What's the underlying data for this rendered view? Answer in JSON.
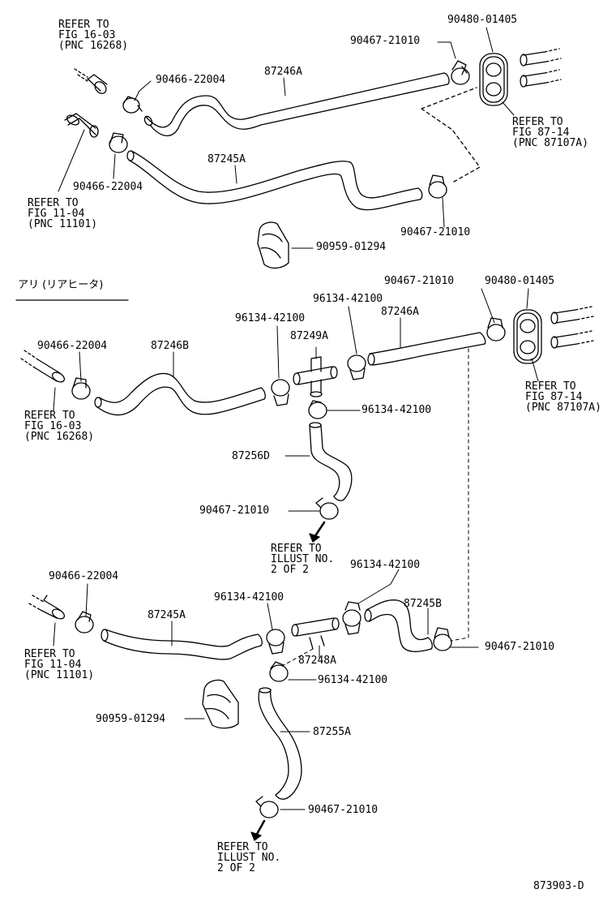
{
  "diagram_code": "873903-D",
  "section_label": "アリ (リアヒータ)",
  "labels": {
    "t_90480_top": "90480-01405",
    "t_90467_top_r": "90467-21010",
    "t_87246A_top": "87246A",
    "t_90466_top": "90466-22004",
    "t_87245A_top": "87245A",
    "t_90466_mid_l": "90466-22004",
    "t_90467_top_c": "90467-21010",
    "t_90959_top": "90959-01294",
    "t_90467_sec2_r": "90467-21010",
    "t_90480_sec2": "90480-01405",
    "t_96134_a": "96134-42100",
    "t_96134_b": "96134-42100",
    "t_87246A_sec2": "87246A",
    "t_90466_sec2": "90466-22004",
    "t_87246B": "87246B",
    "t_87249A": "87249A",
    "t_96134_c": "96134-42100",
    "t_87256D": "87256D",
    "t_90467_sec2_mid": "90467-21010",
    "t_90466_sec3": "90466-22004",
    "t_87245A_sec3": "87245A",
    "t_96134_d": "96134-42100",
    "t_96134_e": "96134-42100",
    "t_87245B": "87245B",
    "t_90467_sec3_r": "90467-21010",
    "t_87248A": "87248A",
    "t_96134_f": "96134-42100",
    "t_90959_sec3": "90959-01294",
    "t_87255A": "87255A",
    "t_90467_sec3_b": "90467-21010"
  },
  "refs": {
    "r1": "REFER TO\nFIG 16-03\n(PNC 16268)",
    "r2": "REFER TO\nFIG 87-14\n(PNC 87107A)",
    "r3": "REFER TO\nFIG 11-04\n(PNC 11101)",
    "r4": "REFER TO\nFIG 87-14\n(PNC 87107A)",
    "r5": "REFER TO\nFIG 16-03\n(PNC 16268)",
    "r6": "REFER TO\nILLUST NO.\n2 OF 2",
    "r7": "REFER TO\nFIG 11-04\n(PNC 11101)",
    "r8": "REFER TO\nILLUST NO.\n2 OF 2"
  }
}
